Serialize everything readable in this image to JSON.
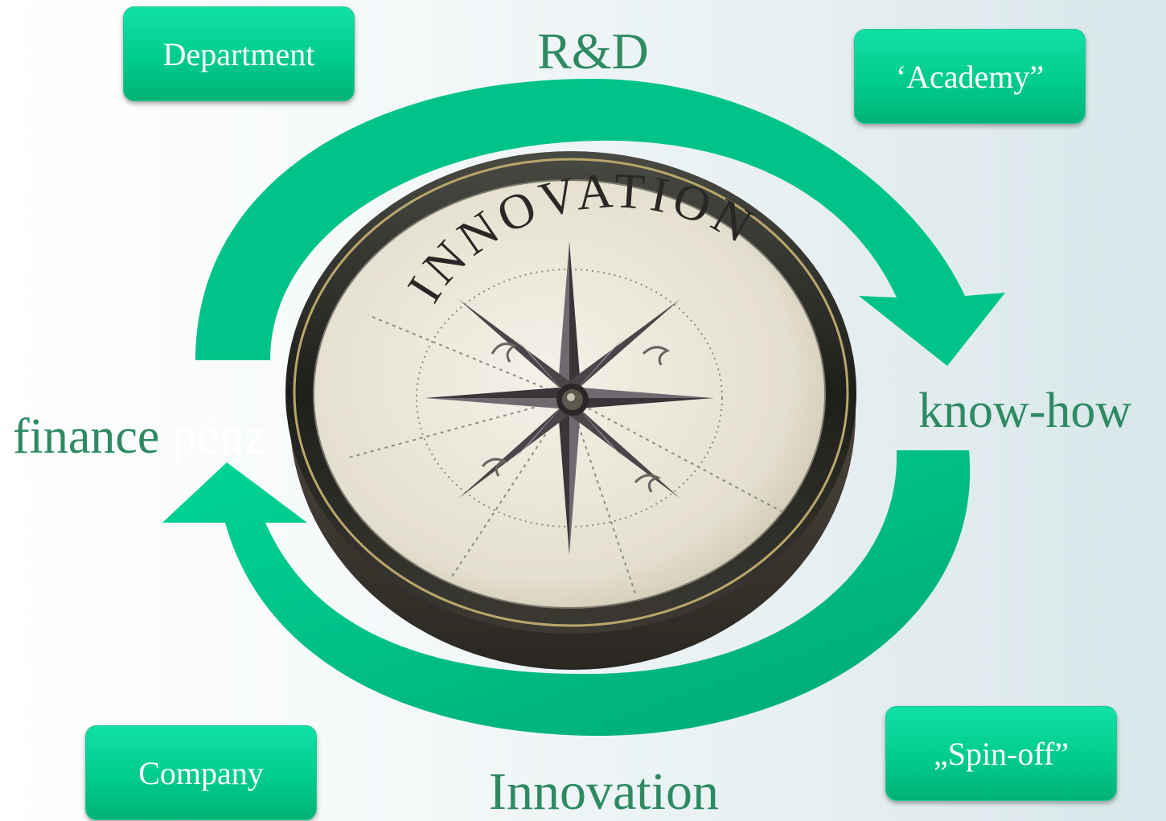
{
  "boxes": {
    "department": "Department",
    "academy": "‘Academy”",
    "company": "Company",
    "spinoff": "„Spin-off”"
  },
  "labels": {
    "rd": "R&D",
    "knowhow": "know-how",
    "innovation": "Innovation",
    "finance": "finance",
    "finance_hidden": "pénz"
  },
  "compass": {
    "dial_text": "INNOVATION"
  },
  "colors": {
    "arrow": "#00c389",
    "box": "#00cc8c",
    "label_text": "#2e8a63"
  }
}
